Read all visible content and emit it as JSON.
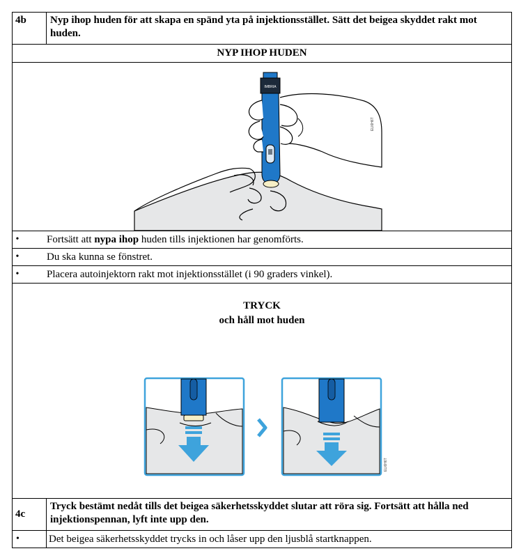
{
  "step4b": {
    "number": "4b",
    "instruction": "Nyp ihop huden för att skapa en spänd yta på injektionsstället. Sätt det beigea skyddet rakt mot huden."
  },
  "pinch_heading": "NYP IHOP HUDEN",
  "pen_label": "IMBRIA",
  "bullets": [
    {
      "marker": "•",
      "pre": "Fortsätt att ",
      "bold": "nypa ihop",
      "post": " huden tills injektionen har genomförts."
    },
    {
      "marker": "•",
      "text": "Du ska kunna se fönstret."
    },
    {
      "marker": "•",
      "text": "Placera autoinjektorn rakt mot injektionsstället (i 90 graders vinkel)."
    }
  ],
  "press": {
    "line1": "TRYCK",
    "line2": "och håll mot huden"
  },
  "step4c": {
    "number": "4c",
    "instruction": "Tryck bestämt nedåt tills det beigea säkerhetsskyddet slutar att röra sig. Fortsätt att hålla ned injektionspennan, lyft inte upp den."
  },
  "bullet_4c": {
    "marker": "•",
    "text": "Det beigea säkerhetsskyddet trycks in och låser upp den ljusblå startknappen."
  },
  "colors": {
    "pen_blue": "#1f78c8",
    "frame_blue": "#3ea3dc",
    "beige": "#f6efc6",
    "skin_shade": "#e6e7e8"
  }
}
